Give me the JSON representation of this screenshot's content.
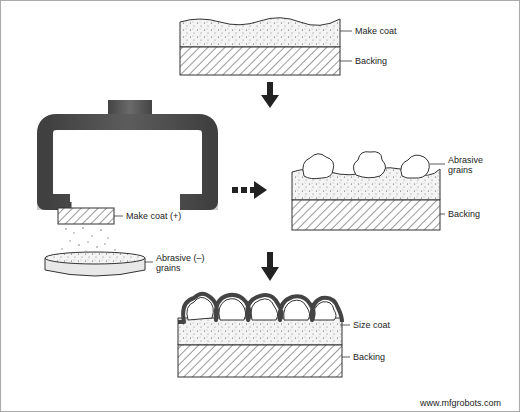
{
  "diagram": {
    "labels": [
      "Make coat",
      "Backing",
      "Make coat (+)",
      "Abrasive (–) grains",
      "Abrasive grains",
      "Backing",
      "Size coat",
      "Backing",
      "www.mfgrobots.com"
    ]
  }
}
